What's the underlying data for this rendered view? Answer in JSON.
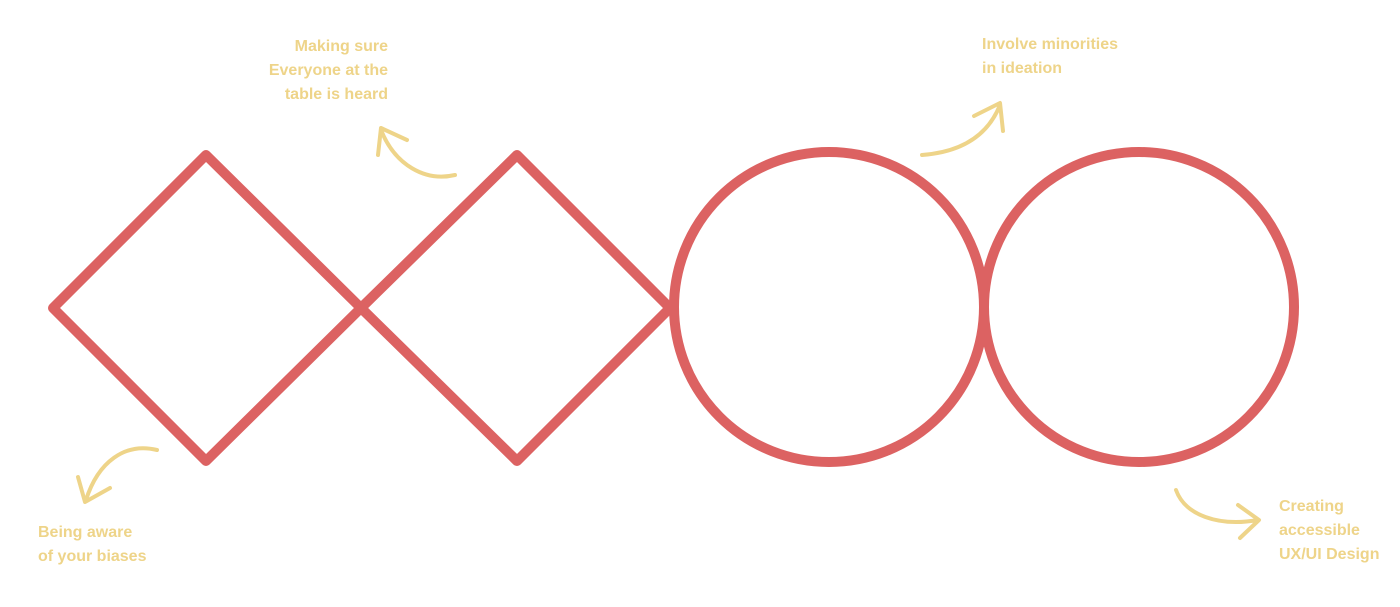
{
  "colors": {
    "shape_stroke": "#dc6262",
    "annotation": "#eed489",
    "background": "#ffffff"
  },
  "annotations": {
    "making_sure": {
      "lines": [
        "Making sure",
        "Everyone at the",
        "table is heard"
      ]
    },
    "involve_minorities": {
      "lines": [
        "Involve minorities",
        "in ideation"
      ]
    },
    "being_aware": {
      "lines": [
        "Being aware",
        "of your biases"
      ]
    },
    "creating_accessible": {
      "lines": [
        "Creating",
        "accessible",
        "UX/UI Design"
      ]
    }
  }
}
